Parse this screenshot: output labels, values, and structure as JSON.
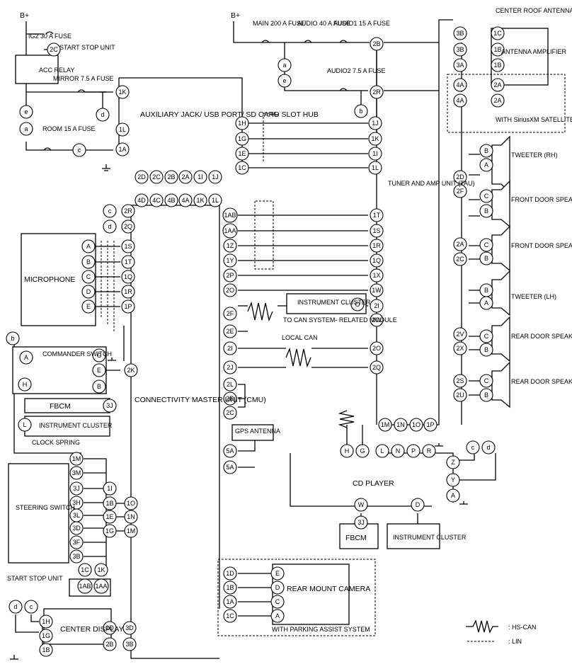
{
  "power": {
    "bplus": "B+"
  },
  "fuses": {
    "ig2": "IG2 30 A FUSE",
    "main": "MAIN 200 A FUSE",
    "audio": "AUDIO 40 A FUSE",
    "audio1": "AUDIO1 15 A FUSE",
    "audio2": "AUDIO2 7.5 A FUSE",
    "mirror": "MIRROR 7.5 A FUSE",
    "room": "ROOM 15 A FUSE"
  },
  "components": {
    "start_stop_unit_top": "START STOP UNIT",
    "acc_relay": "ACC RELAY",
    "aux_hub": "AUXILIARY JACK/ USB PORT/ SD CARD SLOT HUB",
    "center_roof_antenna": "CENTER ROOF ANTENNA",
    "antenna_amplifier": "ANTENNA AMPLIFIER",
    "with_siriusxm": "WITH SiriusXM SATELLITE RADIO",
    "tweeter_rh": "TWEETER (RH)",
    "front_door_rh": "FRONT DOOR SPEAKER (RH)",
    "front_door_lh": "FRONT DOOR SPEAKER (LH)",
    "tweeter_lh": "TWEETER (LH)",
    "rear_door_rh": "REAR DOOR SPEAKER (RH)",
    "rear_door_lh": "REAR DOOR SPEAKER (LH)",
    "tau": "TUNER AND AMP UNIT (TAU)",
    "microphone": "MICROPHONE",
    "instrument_cluster": "INSTRUMENT CLUSTER",
    "can_module": "TO CAN SYSTEM- RELATED MODULE",
    "local_can": "LOCAL CAN",
    "commander_switch": "COMMANDER SWITCH",
    "fbcm": "FBCM",
    "cmu": "CONNECTIVITY MASTER UNIT (CMU)",
    "clock_spring": "CLOCK SPRING",
    "gps_antenna": "GPS ANTENNA",
    "steering_switch": "STEERING SWITCH",
    "cd_player": "CD PLAYER",
    "start_stop_unit": "START STOP UNIT",
    "rear_mount_camera": "REAR MOUNT CAMERA",
    "with_parking_assist": "WITH PARKING ASSIST SYSTEM",
    "center_display": "CENTER DISPLAY"
  },
  "legend": {
    "hs_can": ": HS-CAN",
    "lin": ": LIN"
  }
}
